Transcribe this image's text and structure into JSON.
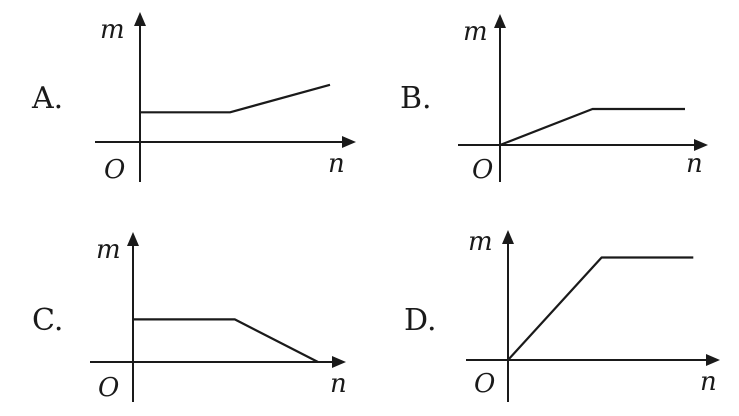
{
  "options": [
    {
      "label": "A.",
      "y_axis_label": "m",
      "x_axis_label": "n",
      "origin_label": "O",
      "shape": "constant then increasing",
      "points": [
        [
          0,
          0.27
        ],
        [
          0.45,
          0.27
        ],
        [
          0.95,
          0.52
        ]
      ]
    },
    {
      "label": "B.",
      "y_axis_label": "m",
      "x_axis_label": "n",
      "origin_label": "O",
      "shape": "increasing from origin then constant",
      "points": [
        [
          0,
          0
        ],
        [
          0.5,
          0.3
        ],
        [
          1.0,
          0.3
        ]
      ]
    },
    {
      "label": "C.",
      "y_axis_label": "m",
      "x_axis_label": "n",
      "origin_label": "O",
      "shape": "constant then decreasing to zero",
      "points": [
        [
          0,
          0.37
        ],
        [
          0.55,
          0.37
        ],
        [
          1.0,
          0
        ]
      ]
    },
    {
      "label": "D.",
      "y_axis_label": "m",
      "x_axis_label": "n",
      "origin_label": "O",
      "shape": "steep increase from origin then constant",
      "points": [
        [
          0,
          0
        ],
        [
          0.48,
          0.82
        ],
        [
          0.95,
          0.82
        ]
      ]
    }
  ]
}
